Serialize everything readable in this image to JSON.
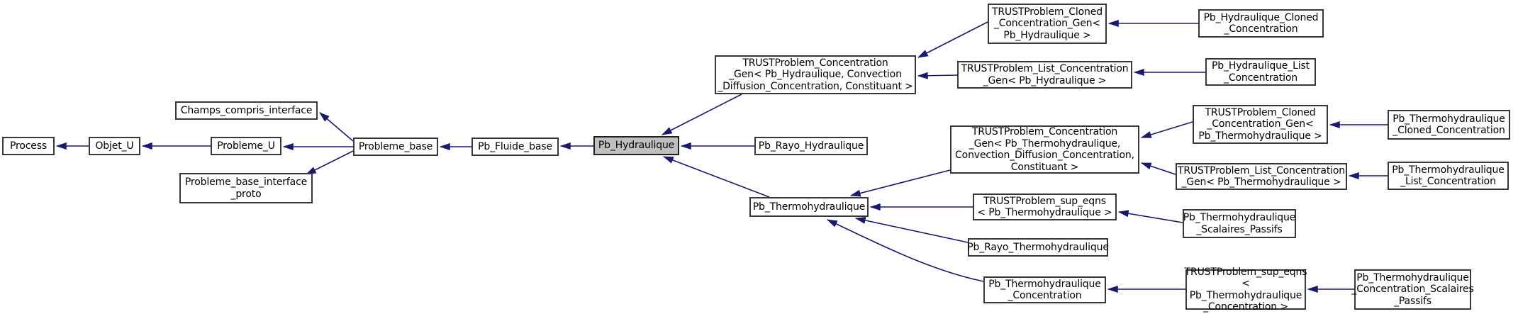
{
  "diagram": {
    "type": "class-inheritance-graph",
    "background_color": "#ffffff",
    "edge_color": "#191970",
    "box_border_color": "#383838",
    "highlight_fill": "#bfbfbf",
    "highlighted_node": "Pb_Hydraulique",
    "nodes": [
      {
        "id": "process",
        "label": "Process"
      },
      {
        "id": "objet_u",
        "label": "Objet_U"
      },
      {
        "id": "probleme_u",
        "label": "Probleme_U"
      },
      {
        "id": "champs_compris_interface",
        "label": "Champs_compris_interface"
      },
      {
        "id": "probleme_base_interface_proto",
        "label": "Probleme_base_interface\n_proto"
      },
      {
        "id": "probleme_base",
        "label": "Probleme_base"
      },
      {
        "id": "pb_fluide_base",
        "label": "Pb_Fluide_base"
      },
      {
        "id": "pb_hydraulique",
        "label": "Pb_Hydraulique"
      },
      {
        "id": "trustproblem_concentration_gen_pb_hydraulique",
        "label": "TRUSTProblem_Concentration\n_Gen< Pb_Hydraulique, Convection\n_Diffusion_Concentration, Constituant >"
      },
      {
        "id": "pb_rayo_hydraulique",
        "label": "Pb_Rayo_Hydraulique"
      },
      {
        "id": "pb_thermohydraulique",
        "label": "Pb_Thermohydraulique"
      },
      {
        "id": "trustproblem_cloned_concentration_gen_pb_hydraulique",
        "label": "TRUSTProblem_Cloned\n_Concentration_Gen<\nPb_Hydraulique >"
      },
      {
        "id": "pb_hydraulique_cloned_concentration",
        "label": "Pb_Hydraulique_Cloned\n_Concentration"
      },
      {
        "id": "trustproblem_list_concentration_gen_pb_hydraulique",
        "label": "TRUSTProblem_List_Concentration\n_Gen< Pb_Hydraulique >"
      },
      {
        "id": "pb_hydraulique_list_concentration",
        "label": "Pb_Hydraulique_List\n_Concentration"
      },
      {
        "id": "trustproblem_concentration_gen_pb_thermohydraulique",
        "label": "TRUSTProblem_Concentration\n_Gen< Pb_Thermohydraulique,\nConvection_Diffusion_Concentration,\nConstituant >"
      },
      {
        "id": "trustproblem_cloned_concentration_gen_pb_thermohydraulique",
        "label": "TRUSTProblem_Cloned\n_Concentration_Gen<\nPb_Thermohydraulique >"
      },
      {
        "id": "pb_thermohydraulique_cloned_concentration",
        "label": "Pb_Thermohydraulique\n_Cloned_Concentration"
      },
      {
        "id": "trustproblem_list_concentration_gen_pb_thermohydraulique",
        "label": "TRUSTProblem_List_Concentration\n_Gen< Pb_Thermohydraulique >"
      },
      {
        "id": "pb_thermohydraulique_list_concentration",
        "label": "Pb_Thermohydraulique\n_List_Concentration"
      },
      {
        "id": "trustproblem_sup_eqns_pb_thermohydraulique",
        "label": "TRUSTProblem_sup_eqns\n< Pb_Thermohydraulique >"
      },
      {
        "id": "pb_thermohydraulique_scalaires_passifs",
        "label": "Pb_Thermohydraulique\n_Scalaires_Passifs"
      },
      {
        "id": "pb_rayo_thermohydraulique",
        "label": "Pb_Rayo_Thermohydraulique"
      },
      {
        "id": "pb_thermohydraulique_concentration",
        "label": "Pb_Thermohydraulique\n_Concentration"
      },
      {
        "id": "trustproblem_sup_eqns_pb_thermohydraulique_concentration",
        "label": "TRUSTProblem_sup_eqns\n< Pb_Thermohydraulique\n_Concentration >"
      },
      {
        "id": "pb_thermohydraulique_concentration_scalaires_passifs",
        "label": "Pb_Thermohydraulique\n_Concentration_Scalaires\n_Passifs"
      }
    ],
    "edges": [
      {
        "from": "objet_u",
        "to": "process"
      },
      {
        "from": "probleme_u",
        "to": "objet_u"
      },
      {
        "from": "probleme_base",
        "to": "probleme_u"
      },
      {
        "from": "probleme_base",
        "to": "champs_compris_interface"
      },
      {
        "from": "probleme_base",
        "to": "probleme_base_interface_proto"
      },
      {
        "from": "pb_fluide_base",
        "to": "probleme_base"
      },
      {
        "from": "pb_hydraulique",
        "to": "pb_fluide_base"
      },
      {
        "from": "trustproblem_concentration_gen_pb_hydraulique",
        "to": "pb_hydraulique"
      },
      {
        "from": "pb_rayo_hydraulique",
        "to": "pb_hydraulique"
      },
      {
        "from": "pb_thermohydraulique",
        "to": "pb_hydraulique"
      },
      {
        "from": "trustproblem_cloned_concentration_gen_pb_hydraulique",
        "to": "trustproblem_concentration_gen_pb_hydraulique"
      },
      {
        "from": "pb_hydraulique_cloned_concentration",
        "to": "trustproblem_cloned_concentration_gen_pb_hydraulique"
      },
      {
        "from": "trustproblem_list_concentration_gen_pb_hydraulique",
        "to": "trustproblem_concentration_gen_pb_hydraulique"
      },
      {
        "from": "pb_hydraulique_list_concentration",
        "to": "trustproblem_list_concentration_gen_pb_hydraulique"
      },
      {
        "from": "trustproblem_concentration_gen_pb_thermohydraulique",
        "to": "pb_thermohydraulique"
      },
      {
        "from": "trustproblem_cloned_concentration_gen_pb_thermohydraulique",
        "to": "trustproblem_concentration_gen_pb_thermohydraulique"
      },
      {
        "from": "pb_thermohydraulique_cloned_concentration",
        "to": "trustproblem_cloned_concentration_gen_pb_thermohydraulique"
      },
      {
        "from": "trustproblem_list_concentration_gen_pb_thermohydraulique",
        "to": "trustproblem_concentration_gen_pb_thermohydraulique"
      },
      {
        "from": "pb_thermohydraulique_list_concentration",
        "to": "trustproblem_list_concentration_gen_pb_thermohydraulique"
      },
      {
        "from": "trustproblem_sup_eqns_pb_thermohydraulique",
        "to": "pb_thermohydraulique"
      },
      {
        "from": "pb_thermohydraulique_scalaires_passifs",
        "to": "trustproblem_sup_eqns_pb_thermohydraulique"
      },
      {
        "from": "pb_rayo_thermohydraulique",
        "to": "pb_thermohydraulique"
      },
      {
        "from": "pb_thermohydraulique_concentration",
        "to": "pb_thermohydraulique"
      },
      {
        "from": "trustproblem_sup_eqns_pb_thermohydraulique_concentration",
        "to": "pb_thermohydraulique_concentration"
      },
      {
        "from": "pb_thermohydraulique_concentration_scalaires_passifs",
        "to": "trustproblem_sup_eqns_pb_thermohydraulique_concentration"
      }
    ]
  }
}
